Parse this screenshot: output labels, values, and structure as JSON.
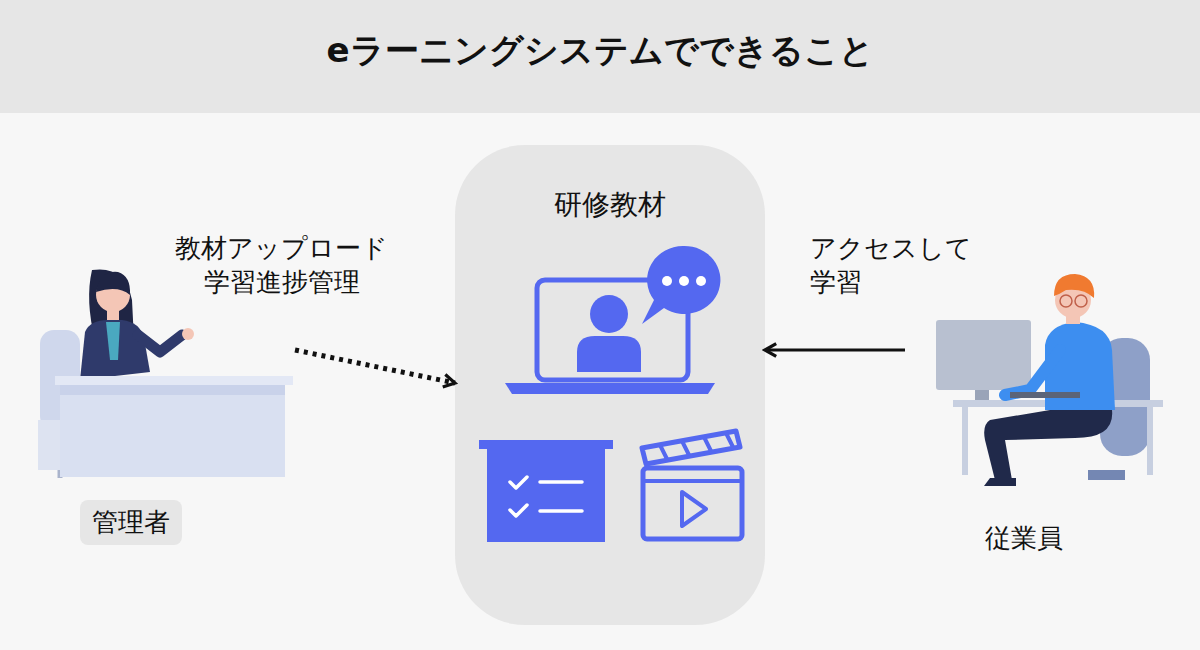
{
  "diagram": {
    "title": "eラーニングシステムでできること",
    "nodes": [
      {
        "text": [
          "管理者"
        ]
      },
      {
        "text": [
          "研修教材"
        ]
      },
      {
        "text": [
          "従業員"
        ]
      }
    ],
    "edges": [
      {
        "from": 0,
        "to": 1,
        "arrow": "to",
        "label": "教材アップロード 学習進捗管理"
      },
      {
        "from": 2,
        "to": 1,
        "arrow": "to",
        "label": "アクセスして 学習"
      }
    ]
  }
}
